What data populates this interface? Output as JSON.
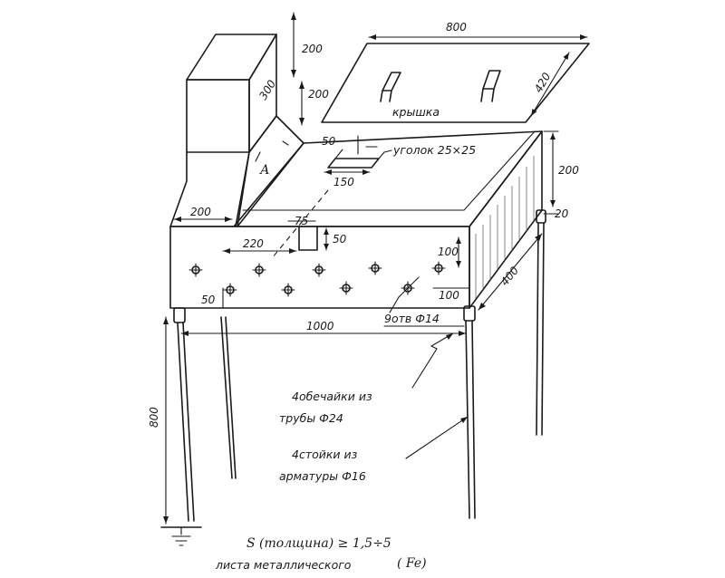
{
  "dimensions": {
    "lid_width": "800",
    "lid_depth": "420",
    "chimney_height": "200",
    "chimney_width": "300",
    "chimney_offset": "200",
    "hopper_base": "200",
    "slot_a": "220",
    "slot_b": "75",
    "slot_c": "50",
    "body_height": "200",
    "flange": "20",
    "body_depth": "400",
    "hole_pitch_v": "100",
    "hole_pitch_h": "100",
    "hole_edge": "50",
    "length": "1000",
    "leg_height": "800",
    "corner_50": "50",
    "corner_150": "150"
  },
  "labels": {
    "lid": "крышка",
    "corner": "уголок 25×25",
    "holes": "9отв Ф14",
    "section": "А",
    "sleeves_line1": "4обечайки из",
    "sleeves_line2": "трубы Ф24",
    "legs_line1": "4стойки из",
    "legs_line2": "арматуры Ф16",
    "thickness": "S (толщина) ≥ 1,5÷5",
    "material": "листа металлического",
    "material_code": "( Fe)"
  }
}
